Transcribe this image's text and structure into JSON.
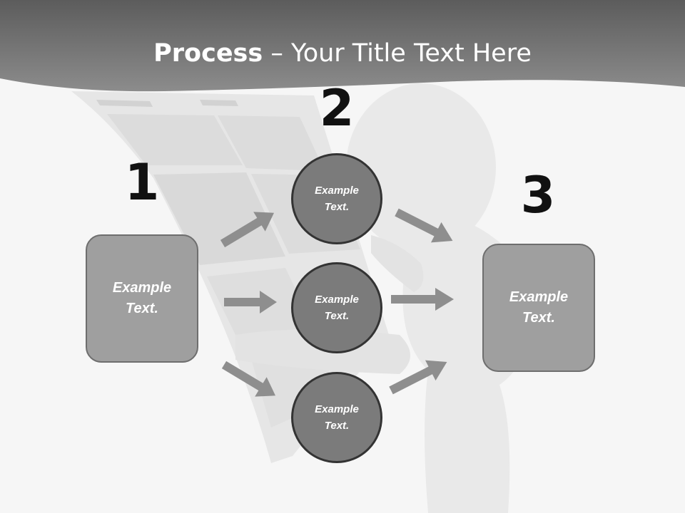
{
  "slide": {
    "title_bold": "Process",
    "title_rest": " – Your Title Text Here",
    "colors": {
      "header_band": "#7a7a7a",
      "box_fill": "#9f9f9f",
      "circle_fill": "#7b7b7b",
      "arrow": "#8e8e8e"
    }
  },
  "steps": [
    {
      "number": "1",
      "text": "Example Text."
    },
    {
      "number": "2",
      "items": [
        {
          "text": "Example Text."
        },
        {
          "text": "Example Text."
        },
        {
          "text": "Example Text."
        }
      ]
    },
    {
      "number": "3",
      "text": "Example Text."
    }
  ]
}
